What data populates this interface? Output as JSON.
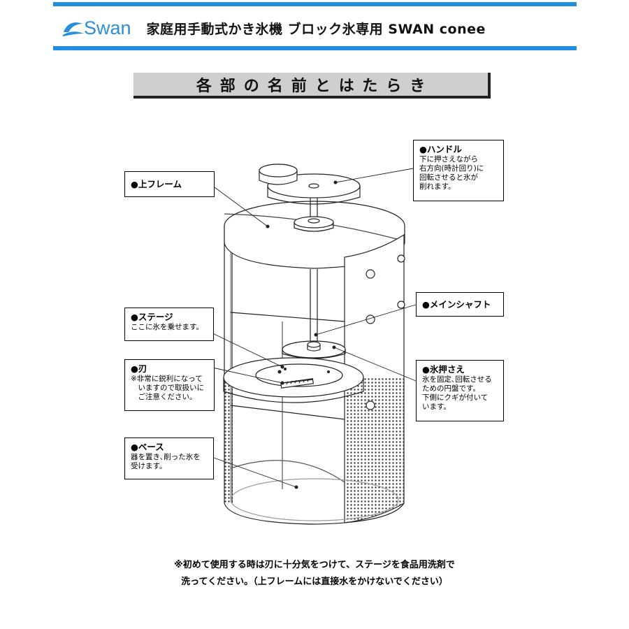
{
  "header": {
    "brand": "Swan",
    "title": "家庭用手動式かき氷機 ブロック氷専用 SWAN conee",
    "accent_color": "#1f8ee0",
    "logo_icon": "swan-bird-icon"
  },
  "section": {
    "title": "各部の名前とはたらき"
  },
  "parts": [
    {
      "id": "handle",
      "title": "●ハンドル",
      "desc": "下に押さえながら\n右方向(時計回り)に\n回転させると氷が\n削れます。"
    },
    {
      "id": "upper-frame",
      "title": "●上フレーム",
      "desc": ""
    },
    {
      "id": "main-shaft",
      "title": "●メインシャフト",
      "desc": ""
    },
    {
      "id": "stage",
      "title": "●ステージ",
      "desc": "ここに氷を乗せます。"
    },
    {
      "id": "blade",
      "title": "●刃",
      "desc": "※非常に鋭利になって\n　いますので取扱いに\n　ご注意ください。"
    },
    {
      "id": "ice-presser",
      "title": "●氷押さえ",
      "desc": "氷を固定､回転させる\nための円盤です。\n下側にクギが付いて\nいます。"
    },
    {
      "id": "base",
      "title": "●ベース",
      "desc": "器を置き､削った氷を\n受けます。"
    }
  ],
  "note": {
    "line1": "※初めて使用する時は刃に十分気をつけて、ステージを食品用洗剤で",
    "line2": "洗ってください。（上フレームには直接水をかけないでください）"
  }
}
